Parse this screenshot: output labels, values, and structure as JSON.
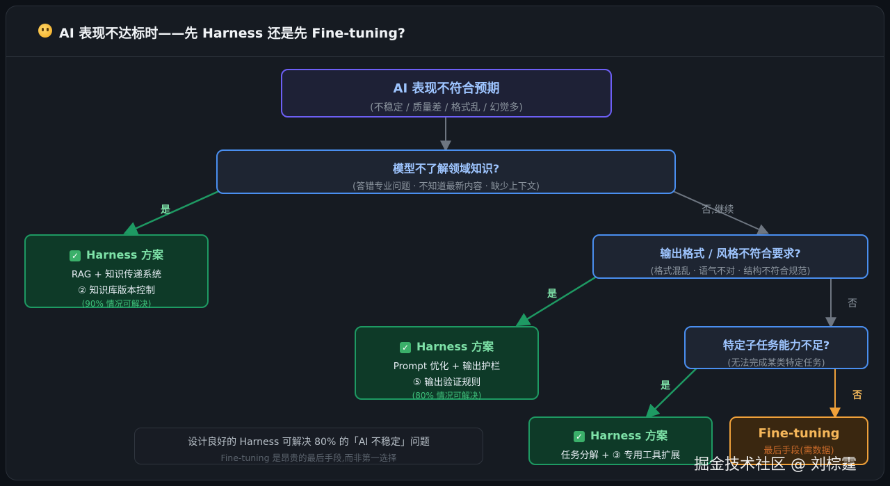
{
  "header": {
    "title": "AI 表现不达标时——先 Harness 还是先 Fine-tuning?",
    "icon": "thinking-face-icon"
  },
  "nodes": {
    "root": {
      "title": "AI 表现不符合预期",
      "sub": "(不稳定 / 质量差 / 格式乱 / 幻觉多)"
    },
    "q1": {
      "title": "模型不了解领域知识?",
      "sub": "(答错专业问题 · 不知道最新内容 · 缺少上下文)"
    },
    "q2": {
      "title": "输出格式 / 风格不符合要求?",
      "sub": "(格式混乱 · 语气不对 · 结构不符合规范)"
    },
    "q3": {
      "title": "特定子任务能力不足?",
      "sub": "(无法完成某类特定任务)"
    },
    "h1": {
      "title": "Harness 方案",
      "line1": "RAG + 知识传递系统",
      "line2": "② 知识库版本控制",
      "note": "(90% 情况可解决)"
    },
    "h2": {
      "title": "Harness 方案",
      "line1": "Prompt 优化 + 输出护栏",
      "line2": "⑤ 输出验证规则",
      "note": "(80% 情况可解决)"
    },
    "h3": {
      "title": "Harness 方案",
      "line1": "任务分解 + ③ 专用工具扩展"
    },
    "ft": {
      "title": "Fine-tuning",
      "sub": "最后手段(需数据)"
    }
  },
  "edges": {
    "yes": "是",
    "no_continue": "否,继续",
    "no": "否"
  },
  "footer": {
    "line1": "设计良好的 Harness 可解决 80% 的「AI 不稳定」问题",
    "line2": "Fine-tuning 是昂贵的最后手段,而非第一选择"
  },
  "watermark": "掘金技术社区 @ 刘棕霆",
  "colors": {
    "question": "#4a8ff0",
    "root": "#6d5ff5",
    "harness": "#1e9a63",
    "finetune": "#f0a13a",
    "yes_edge": "#1e9a63",
    "no_edge": "#6e7681"
  }
}
